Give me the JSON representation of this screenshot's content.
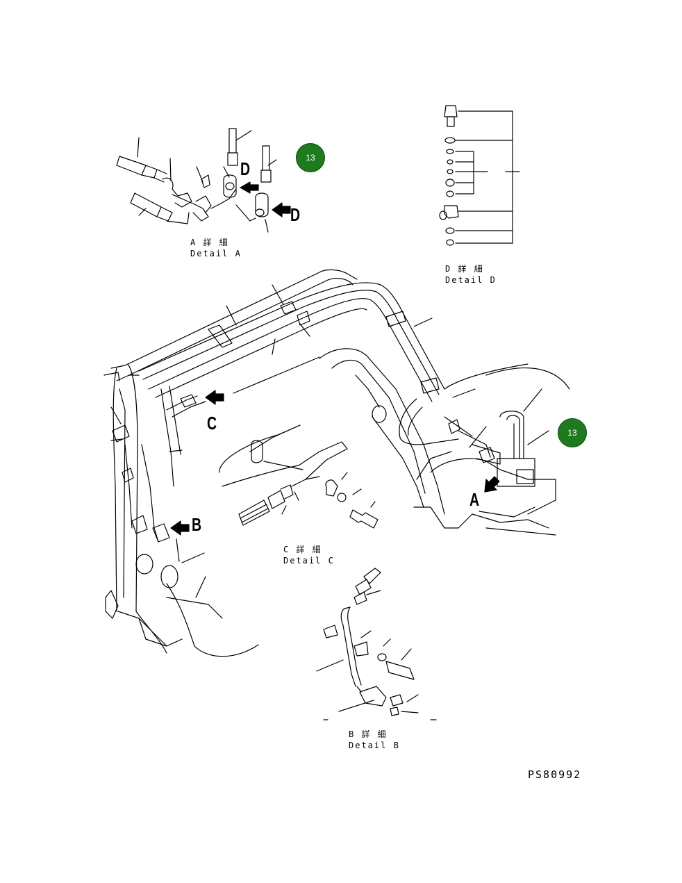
{
  "badges": {
    "top": "13",
    "right": "13"
  },
  "details": {
    "a": {
      "jp": "A 詳 細",
      "en": "Detail A"
    },
    "b": {
      "jp": "B 詳 細",
      "en": "Detail B"
    },
    "c": {
      "jp": "C 詳 細",
      "en": "Detail C"
    },
    "d": {
      "jp": "D 詳 細",
      "en": "Detail D"
    }
  },
  "callouts": {
    "a": "A",
    "b": "B",
    "c": "C",
    "d1": "D",
    "d2": "D"
  },
  "drawing_code": "PS80992"
}
